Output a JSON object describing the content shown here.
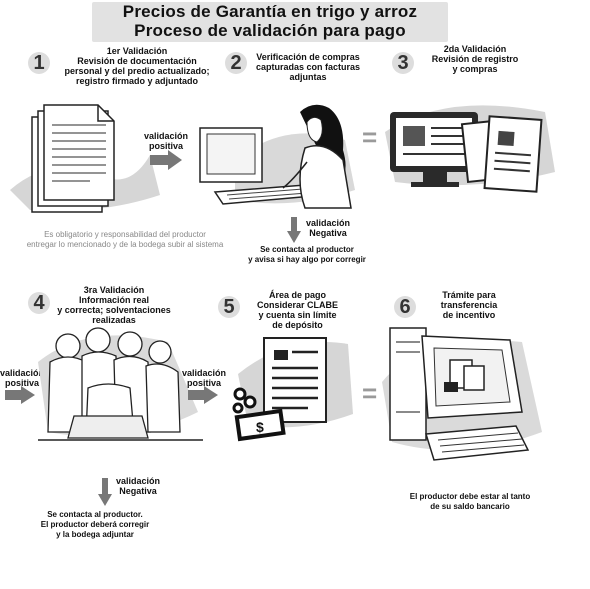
{
  "title": {
    "line1": "Precios de Garantía en trigo y arroz",
    "line2": "Proceso de validación para pago"
  },
  "steps": [
    {
      "number": "1",
      "lines": [
        "1er Validación",
        "Revisión de documentación",
        "personal y del predio actualizado;",
        "registro firmado y adjuntado"
      ]
    },
    {
      "number": "2",
      "lines": [
        "Verificación de compras",
        "capturadas con facturas",
        "adjuntas"
      ]
    },
    {
      "number": "3",
      "lines": [
        "2da Validación",
        "Revisión de registro",
        "y compras"
      ]
    },
    {
      "number": "4",
      "lines": [
        "3ra Validación",
        "Información real",
        "y correcta; solventaciones",
        "realizadas"
      ]
    },
    {
      "number": "5",
      "lines": [
        "Área de pago",
        "Considerar CLABE",
        "y cuenta sin límite",
        "de depósito"
      ]
    },
    {
      "number": "6",
      "lines": [
        "Trámite para",
        "transferencia",
        "de incentivo"
      ]
    }
  ],
  "arrows": {
    "pos1": [
      "validación",
      "positiva"
    ],
    "neg2": [
      "validación",
      "Negativa"
    ],
    "pos4_left": [
      "validación",
      "positiva"
    ],
    "pos5": [
      "validación",
      "positiva"
    ],
    "neg4": [
      "validación",
      "Negativa"
    ]
  },
  "notes": {
    "step1": [
      "Es obligatorio y responsabilidad del productor",
      "entregar lo mencionado y de la bodega subir al sistema"
    ],
    "step2": [
      "Se contacta al productor",
      "y avisa si hay algo por corregir"
    ],
    "step4": [
      "Se contacta al productor.",
      "El productor deberá corregir",
      "y la bodega adjuntar"
    ],
    "step6": [
      "El  productor debe estar al tanto",
      "de su saldo bancario"
    ]
  },
  "symbols": {
    "equals": "="
  },
  "money_symbol": "$"
}
